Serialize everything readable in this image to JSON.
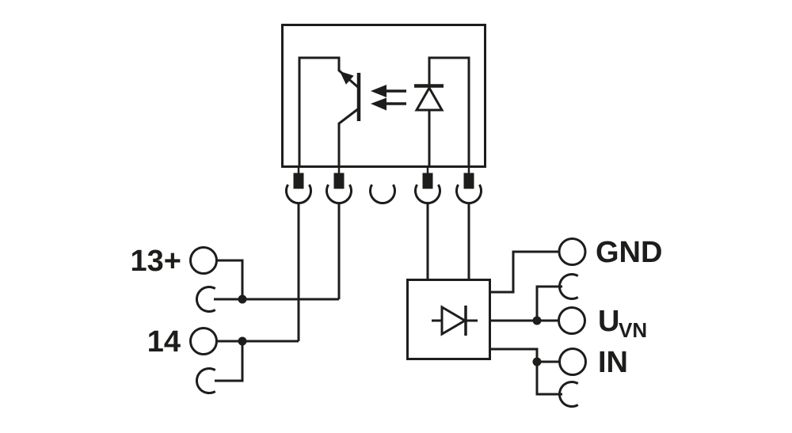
{
  "diagram": {
    "left_terminals": [
      {
        "label": "13+"
      },
      {
        "label": "14"
      }
    ],
    "right_terminals": [
      {
        "label": "GND"
      },
      {
        "label": "U",
        "subscript": "VN"
      },
      {
        "label": "IN"
      }
    ],
    "colors": {
      "line": "#1d1d1b",
      "background": "#ffffff"
    }
  }
}
